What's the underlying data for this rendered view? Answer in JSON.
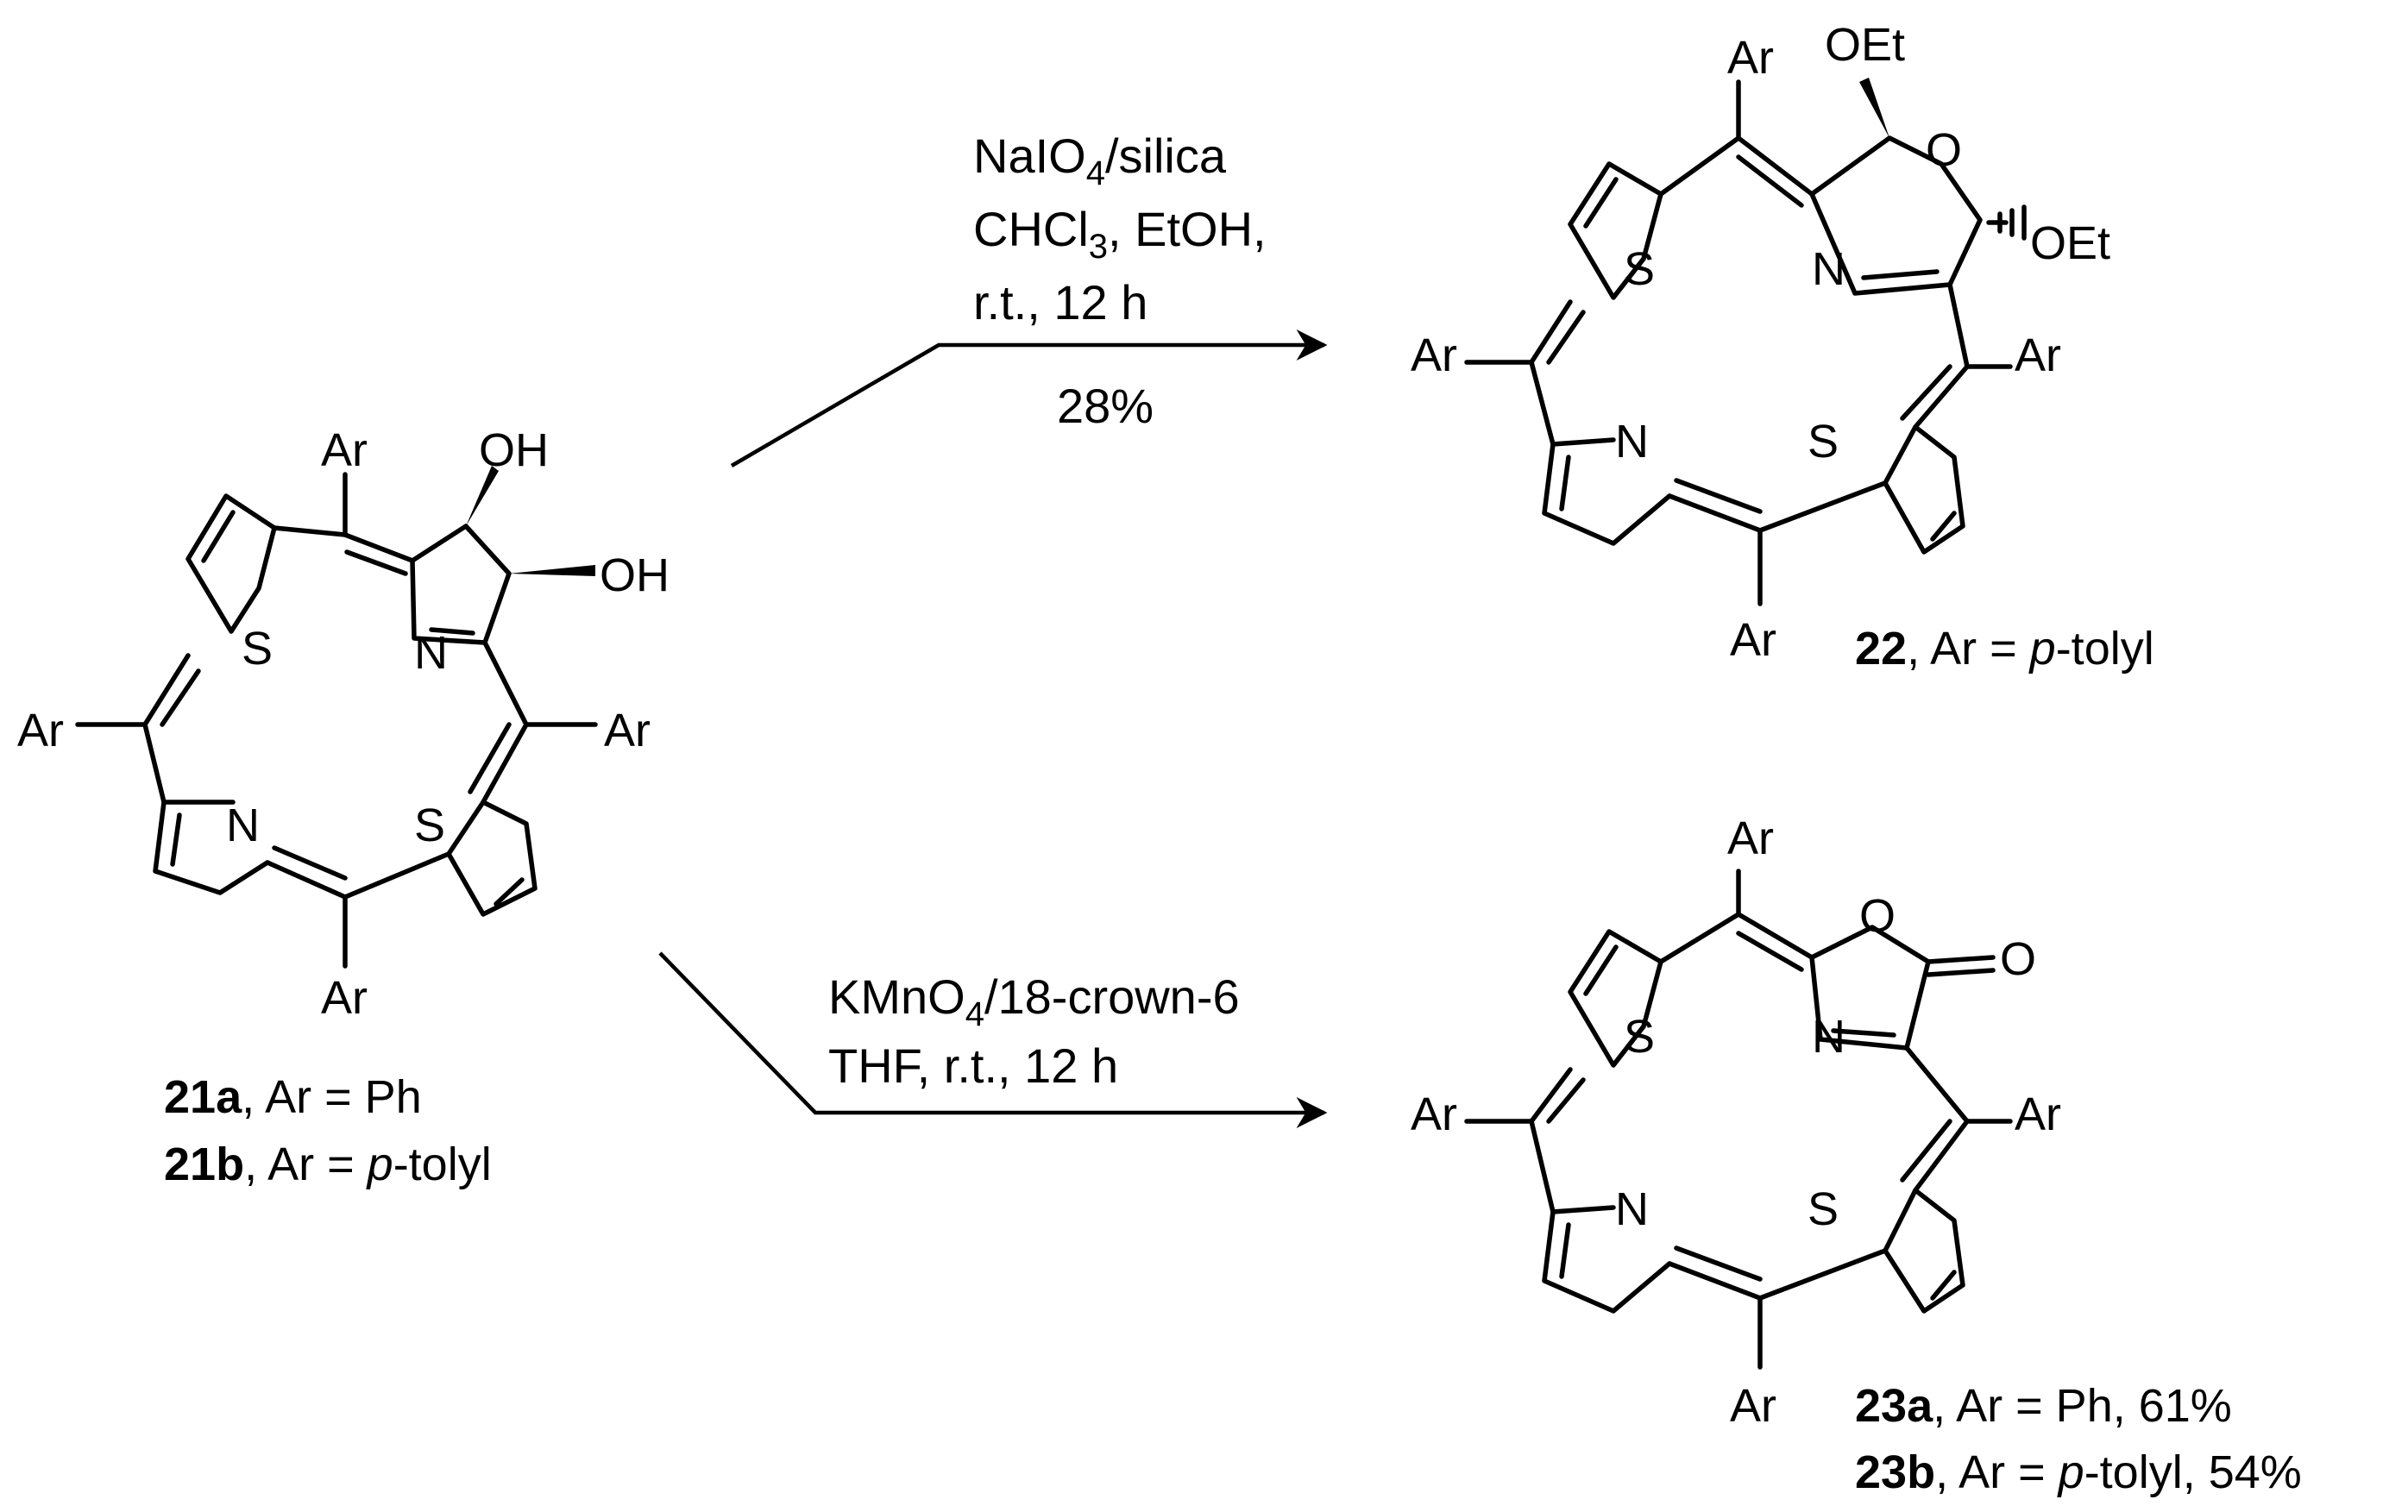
{
  "reactant": {
    "aryl_label": "Ar",
    "atoms": {
      "s_top": "S",
      "n_top": "N",
      "n_bottom": "N",
      "s_bottom": "S"
    },
    "hydroxyl_1": "OH",
    "hydroxyl_2": "OH",
    "compound_a_id": "21a",
    "compound_a_text": ", Ar = Ph",
    "compound_b_id": "21b",
    "compound_b_text_1": ", Ar = ",
    "compound_b_italic": "p",
    "compound_b_text_2": "-tolyl"
  },
  "reaction_top": {
    "reagent_main": "NaIO",
    "reagent_sub": "4",
    "reagent_rest": "/silica",
    "solvent_1_main": "CHCl",
    "solvent_1_sub": "3",
    "solvent_1_rest": ", EtOH,",
    "conditions": "r.t., 12 h",
    "yield": "28%"
  },
  "reaction_bottom": {
    "reagent_main": "KMnO",
    "reagent_sub": "4",
    "reagent_rest": "/18-crown-6",
    "conditions": "THF, r.t., 12 h"
  },
  "product_22": {
    "aryl_label": "Ar",
    "atoms": {
      "s_top": "S",
      "n_top": "N",
      "n_bottom": "N",
      "s_bottom": "S",
      "ring_o": "O"
    },
    "ethoxy_1": "OEt",
    "ethoxy_2": "OEt",
    "compound_id": "22",
    "compound_text_1": ", Ar = ",
    "compound_italic": "p",
    "compound_text_2": "-tolyl"
  },
  "product_23": {
    "aryl_label": "Ar",
    "atoms": {
      "s_top": "S",
      "n_top": "N",
      "n_bottom": "N",
      "s_bottom": "S",
      "ring_o": "O",
      "carbonyl_o": "O"
    },
    "compound_a_id": "23a",
    "compound_a_text": ", Ar = Ph, 61%",
    "compound_b_id": "23b",
    "compound_b_text_1": ", Ar = ",
    "compound_b_italic": "p",
    "compound_b_text_2": "-tolyl, 54%"
  }
}
